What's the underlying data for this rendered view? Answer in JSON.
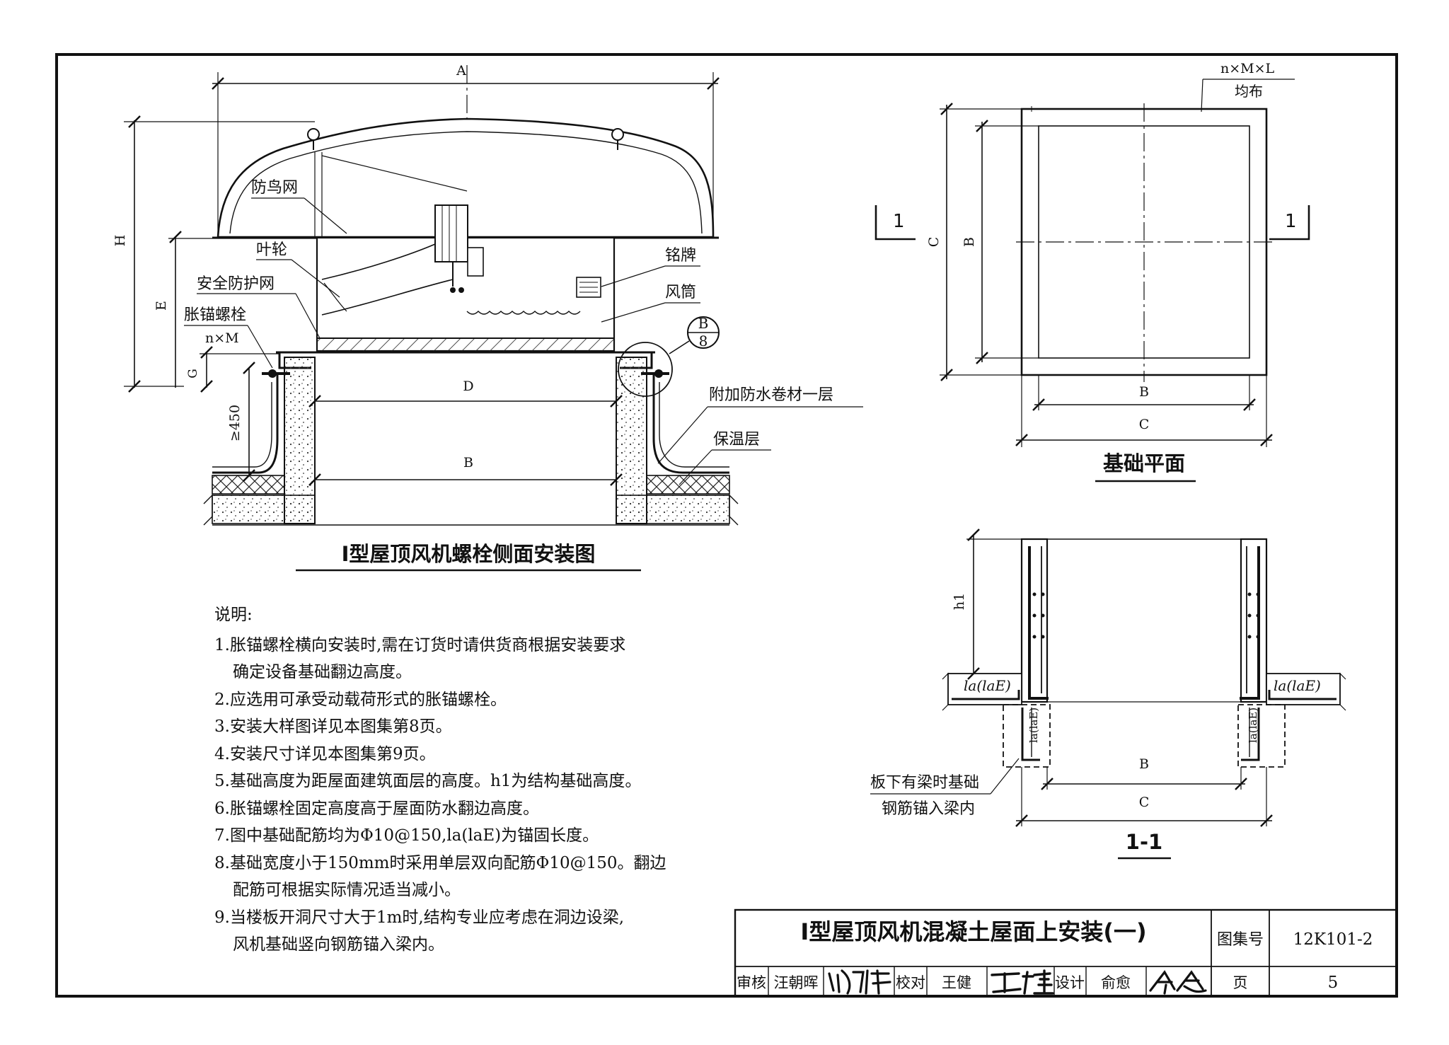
{
  "main_drawing": {
    "title": "I型屋顶风机螺栓侧面安装图",
    "dims": {
      "A": "A",
      "H": "H",
      "E": "E",
      "G": "G",
      "D": "D",
      "B": "B",
      "min_height": "≥450",
      "bolt_count": "n×M"
    },
    "labels": {
      "bird_net": "防鸟网",
      "impeller": "叶轮",
      "safety_net": "安全防护网",
      "anchor_bolt": "胀锚螺栓",
      "nameplate": "铭牌",
      "duct": "风筒",
      "waterproof": "附加防水卷材一层",
      "insulation": "保温层"
    },
    "detail_ref": {
      "top": "B",
      "bottom": "8"
    }
  },
  "plan": {
    "title": "基础平面",
    "rebar_note_line1": "n×M×L",
    "rebar_note_line2": "均布",
    "dims": {
      "B": "B",
      "C": "C"
    },
    "section_mark": "1"
  },
  "section": {
    "title": "1-1",
    "dims": {
      "h1": "h1",
      "B": "B",
      "C": "C",
      "la": "la(laE)"
    },
    "note_line1": "板下有梁时基础",
    "note_line2": "钢筋锚入梁内"
  },
  "notes": {
    "heading": "说明:",
    "items": [
      "1.胀锚螺栓横向安装时,需在订货时请供货商根据安装要求",
      "确定设备基础翻边高度。",
      "2.应选用可承受动载荷形式的胀锚螺栓。",
      "3.安装大样图详见本图集第8页。",
      "4.安装尺寸详见本图集第9页。",
      "5.基础高度为距屋面建筑面层的高度。h1为结构基础高度。",
      "6.胀锚螺栓固定高度高于屋面防水翻边高度。",
      "7.图中基础配筋均为Φ10@150,la(laE)为锚固长度。",
      "8.基础宽度小于150mm时采用单层双向配筋Φ10@150。翻边",
      "配筋可根据实际情况适当减小。",
      "9.当楼板开洞尺寸大于1m时,结构专业应考虑在洞边设梁,",
      "风机基础竖向钢筋锚入梁内。"
    ]
  },
  "title_block": {
    "title": "I型屋顶风机混凝土屋面上安装(一)",
    "atlas_label": "图集号",
    "atlas_no": "12K101-2",
    "review_label": "审核",
    "reviewer": "汪朝晖",
    "check_label": "校对",
    "checker": "王健",
    "design_label": "设计",
    "designer": "俞愈",
    "page_label": "页",
    "page_no": "5"
  }
}
